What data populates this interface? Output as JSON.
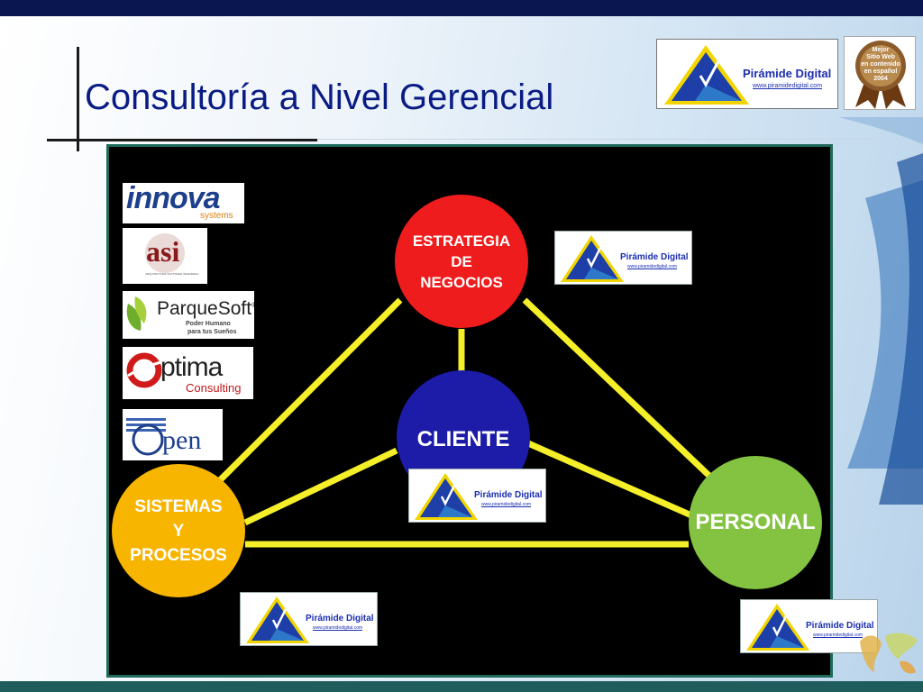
{
  "slide": {
    "title": "Consultoría a Nivel Gerencial",
    "colors": {
      "top_bar": "#0a1650",
      "bottom_bar": "#1f5d5d",
      "title": "#0a1c84",
      "board": "#000000",
      "connector": "#f5ef2a"
    }
  },
  "diagram": {
    "nodes": [
      {
        "id": "estrategia",
        "label": "ESTRATEGIA\nDE\nNEGOCIOS",
        "color": "#ee1c1c"
      },
      {
        "id": "cliente",
        "label": "CLIENTE",
        "color": "#1c1ca8"
      },
      {
        "id": "sistemas",
        "label": "SISTEMAS\nY\nPROCESOS",
        "color": "#f7b500"
      },
      {
        "id": "personal",
        "label": "PERSONAL",
        "color": "#84c341"
      }
    ],
    "connections": [
      [
        "estrategia",
        "sistemas"
      ],
      [
        "estrategia",
        "personal"
      ],
      [
        "sistemas",
        "personal"
      ],
      [
        "estrategia",
        "cliente"
      ],
      [
        "cliente",
        "sistemas"
      ],
      [
        "cliente",
        "personal"
      ]
    ]
  },
  "partner_logos": {
    "innova": {
      "name": "innova",
      "sub": "systems",
      "icon": "innova-logo"
    },
    "asi": {
      "name": "asi",
      "sub": "ARQUITECTURA SOFTWARE INGENIERIA",
      "icon": "asi-logo"
    },
    "parquesoft": {
      "name": "ParqueSoft",
      "mark": "®",
      "sub1": "Poder Humano",
      "sub2": "para tus Sueños",
      "icon": "parquesoft-leaf-logo"
    },
    "optima": {
      "name": "ptima",
      "sub": "Consulting",
      "icon": "optima-swoosh-logo"
    },
    "open": {
      "name": "pen",
      "icon": "open-logo"
    }
  },
  "piramide": {
    "name": "Pirámide Digital",
    "url": "www.piramidedigital.com",
    "icon": "pyramid-check-icon"
  },
  "award": {
    "text": "Mejor\nSitio Web\nen contenido\nen español\n2004",
    "icon": "award-medal-icon"
  }
}
